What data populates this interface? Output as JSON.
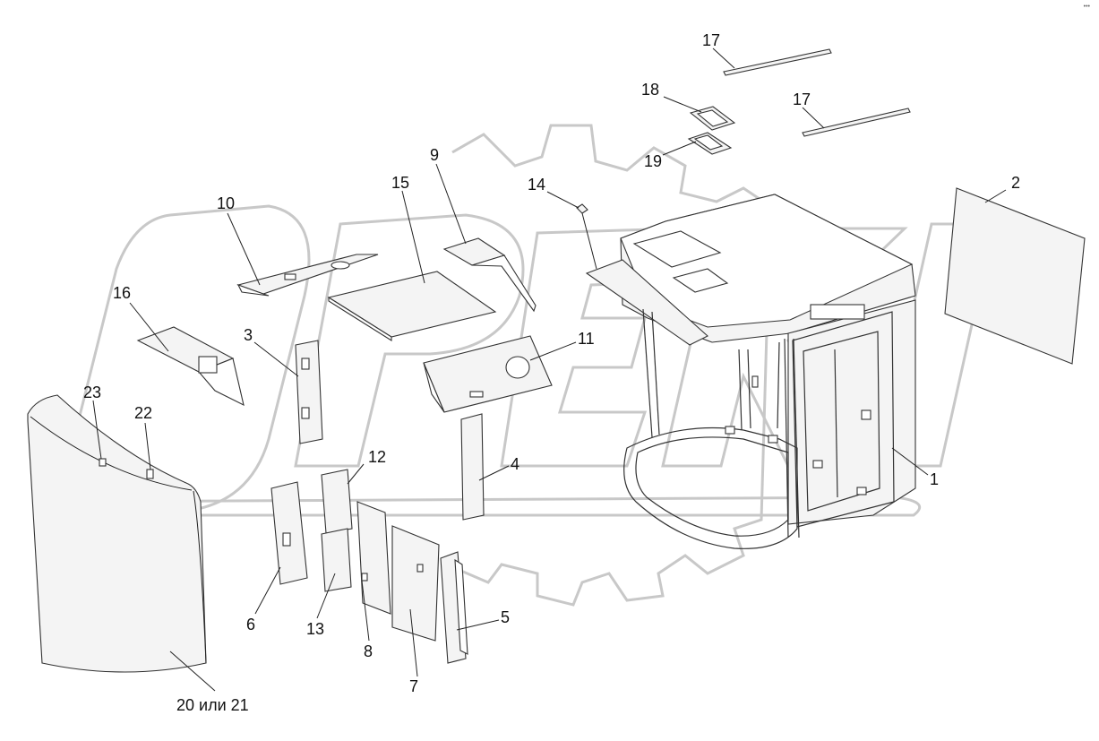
{
  "corner_mark": "•••",
  "watermark_text": "OPEKI",
  "callouts": [
    {
      "id": "c17a",
      "text": "17"
    },
    {
      "id": "c17b",
      "text": "17"
    },
    {
      "id": "c18",
      "text": "18"
    },
    {
      "id": "c19",
      "text": "19"
    },
    {
      "id": "c9",
      "text": "9"
    },
    {
      "id": "c15",
      "text": "15"
    },
    {
      "id": "c10",
      "text": "10"
    },
    {
      "id": "c14",
      "text": "14"
    },
    {
      "id": "c2",
      "text": "2"
    },
    {
      "id": "c16",
      "text": "16"
    },
    {
      "id": "c3",
      "text": "3"
    },
    {
      "id": "c11",
      "text": "11"
    },
    {
      "id": "c23",
      "text": "23"
    },
    {
      "id": "c22",
      "text": "22"
    },
    {
      "id": "c12",
      "text": "12"
    },
    {
      "id": "c4",
      "text": "4"
    },
    {
      "id": "c1",
      "text": "1"
    },
    {
      "id": "c6",
      "text": "6"
    },
    {
      "id": "c13",
      "text": "13"
    },
    {
      "id": "c8",
      "text": "8"
    },
    {
      "id": "c5",
      "text": "5"
    },
    {
      "id": "c7",
      "text": "7"
    },
    {
      "id": "c20_21",
      "text": "20 или 21"
    }
  ]
}
